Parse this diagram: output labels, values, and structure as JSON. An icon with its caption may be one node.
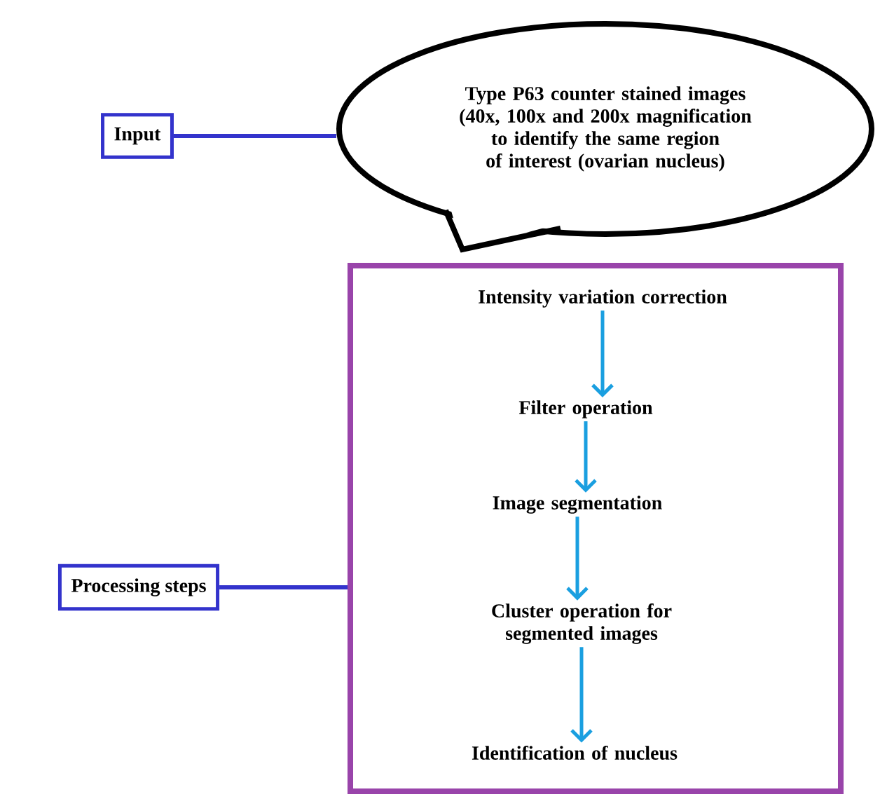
{
  "diagram": {
    "nodes": [
      {
        "text": [
          "Input"
        ]
      },
      {
        "text": [
          "Type P63 counter stained images (40x, 100x and 200x magnification to identify the same region of interest (ovarian nucleus)"
        ]
      },
      {
        "text": [],
        "shape": "box"
      },
      {
        "text": [
          "Intensity variation correction"
        ],
        "in": 2
      },
      {
        "text": [
          "Filter operation"
        ],
        "in": 2
      },
      {
        "text": [
          "Image segmentation"
        ],
        "in": 2
      },
      {
        "text": [
          "Cluster operation for segmented images"
        ],
        "in": 2
      },
      {
        "text": [
          "Identification of nucleus"
        ],
        "in": 2
      },
      {
        "text": [
          "Processing steps"
        ]
      }
    ],
    "edges": [
      {
        "from": 0,
        "to": 1,
        "arrow": "none",
        "color": "#3333cc"
      },
      {
        "from": 8,
        "to": 2,
        "arrow": "none",
        "color": "#3333cc"
      },
      {
        "from": 3,
        "to": 4,
        "arrow": "to"
      },
      {
        "from": 4,
        "to": 5,
        "arrow": "to"
      },
      {
        "from": 5,
        "to": 6,
        "arrow": "to"
      },
      {
        "from": 6,
        "to": 7,
        "arrow": "to"
      }
    ]
  }
}
